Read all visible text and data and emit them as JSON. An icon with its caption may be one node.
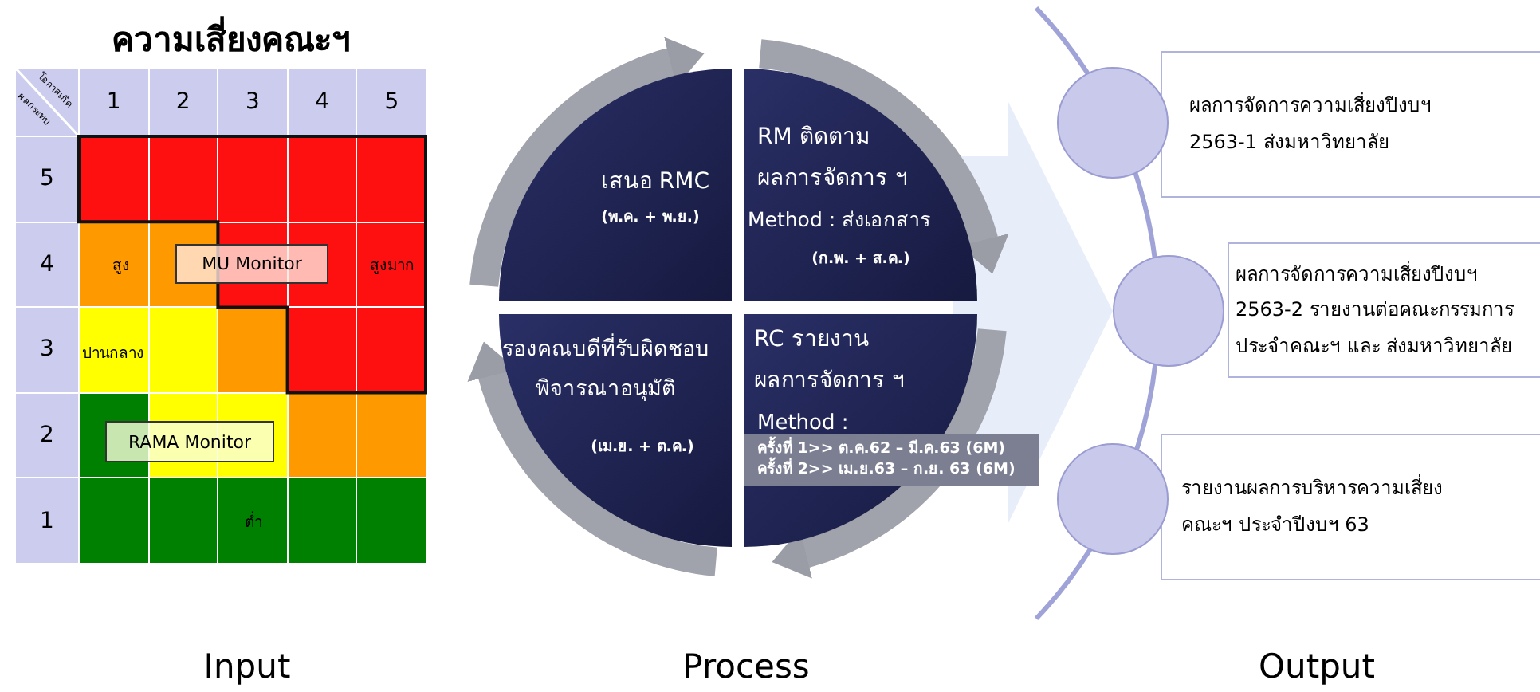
{
  "diagram": {
    "title": "ความเสี่ยงคณะฯ",
    "nodes": [
      {
        "text": [
          "MU Monitor"
        ]
      },
      {
        "text": [
          "RAMA Monitor"
        ]
      },
      {
        "text": [
          "เสนอ RMC",
          "(พ.ค. + พ.ย.)"
        ]
      },
      {
        "text": [
          "RM ติดตาม ผลการจัดการ ฯ",
          "Method : ส่งเอกสาร",
          "(ก.พ. + ส.ค.)"
        ]
      },
      {
        "text": [
          "RC รายงาน ผลการจัดการ ฯ",
          "Method :",
          "ครั้งที่ 1>> ต.ค.62 – มี.ค.63 (6M)",
          "ครั้งที่ 2>> เม.ย.63 – ก.ย. 63 (6M)"
        ]
      },
      {
        "text": [
          "รองคณบดีที่รับผิดชอบ พิจารณาอนุมัติ",
          "(เม.ย. + ต.ค.)"
        ]
      },
      {
        "text": [],
        "shape": "circle"
      },
      {
        "text": [
          "ผลการจัดการความเสี่ยงปีงบฯ 2563-1 ส่งมหาวิทยาลัย"
        ]
      },
      {
        "text": [],
        "shape": "circle"
      },
      {
        "text": [
          "ผลการจัดการความเสี่ยงปีงบฯ 2563-2 รายงานต่อคณะกรรมการ ประจำคณะฯ และ ส่งมหาวิทยาลัย"
        ]
      },
      {
        "text": [],
        "shape": "circle"
      },
      {
        "text": [
          "รายงานผลการบริหารความเสี่ยง คณะฯ ประจำปีงบฯ 63"
        ]
      }
    ],
    "edges": [
      {
        "from": 2,
        "to": 3,
        "arrow": "to"
      },
      {
        "from": 3,
        "to": 4,
        "arrow": "to"
      },
      {
        "from": 4,
        "to": 5,
        "arrow": "to"
      },
      {
        "from": 5,
        "to": 2,
        "arrow": "to"
      },
      {
        "from": null,
        "to": 8,
        "arrow": "to"
      }
    ],
    "labels": [
      "โอกาสเกิด",
      "ผลกระทบ",
      "1",
      "2",
      "3",
      "4",
      "5",
      "5",
      "4",
      "สูง",
      "สูงมาก",
      "3",
      "ปานกลาง",
      "2",
      "1",
      "ต่ำ",
      "Input",
      "Process",
      "Output"
    ]
  }
}
